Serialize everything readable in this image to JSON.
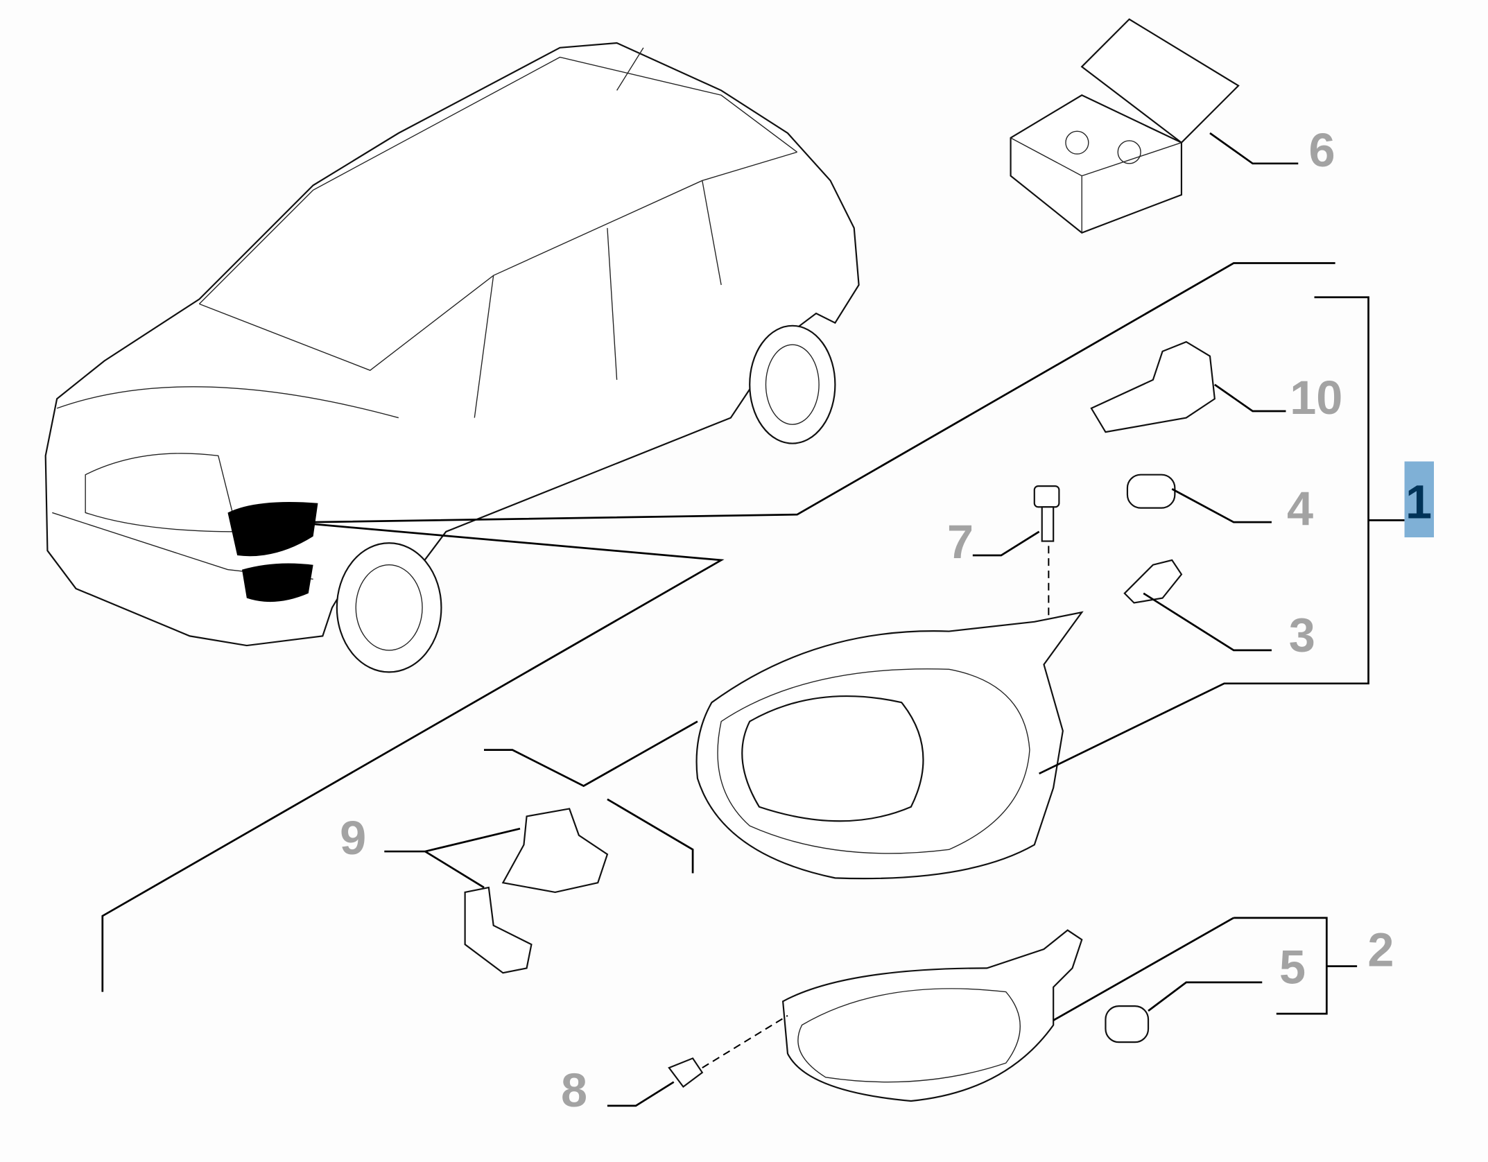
{
  "callouts": {
    "c1": "1",
    "c2": "2",
    "c3": "3",
    "c4": "4",
    "c5": "5",
    "c6": "6",
    "c7": "7",
    "c8": "8",
    "c9": "9",
    "c10": "10"
  },
  "highlighted_callout": "1",
  "colors": {
    "highlight_bg": "#7fb0d6",
    "highlight_text": "#003358",
    "callout_text": "#a3a3a3"
  }
}
